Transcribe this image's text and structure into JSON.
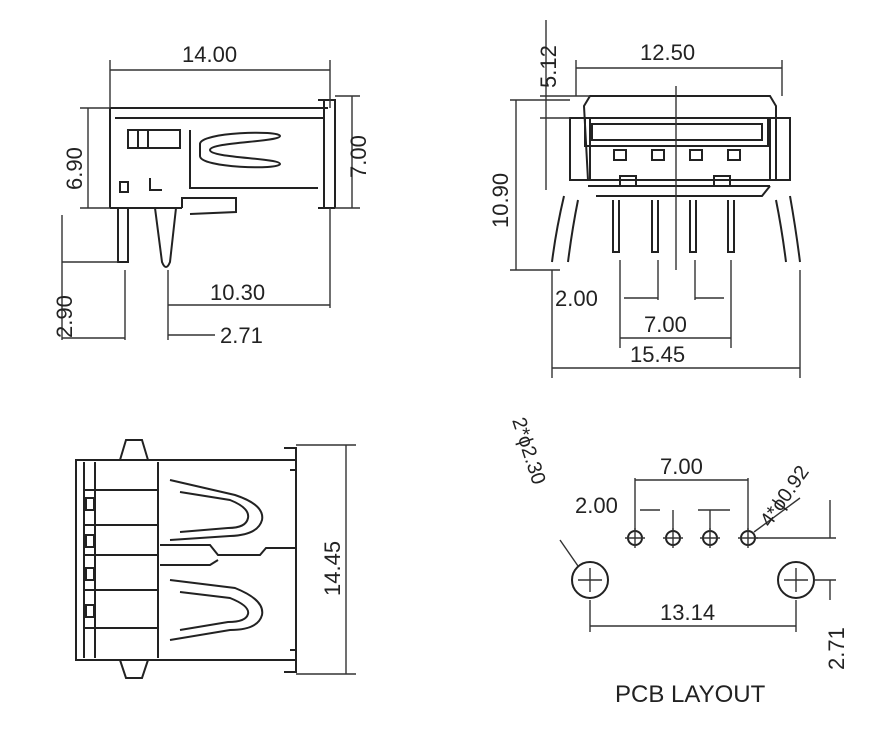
{
  "side_view": {
    "width": "14.00",
    "height": "6.90",
    "right_height": "7.00",
    "pin_length": "2.90",
    "span": "10.30",
    "offset": "2.71"
  },
  "front_view": {
    "height_top": "5.12",
    "width": "12.50",
    "height": "10.90",
    "pitch": "2.00",
    "pin_span": "7.00",
    "overall": "15.45"
  },
  "bottom_view": {
    "width": "14.45"
  },
  "pcb_layout": {
    "title": "PCB LAYOUT",
    "pin_span": "7.00",
    "pitch": "2.00",
    "small_holes": "4*ϕ0.92",
    "large_holes": "2*ϕ2.30",
    "hole_spacing": "13.14",
    "offset": "2.71"
  }
}
